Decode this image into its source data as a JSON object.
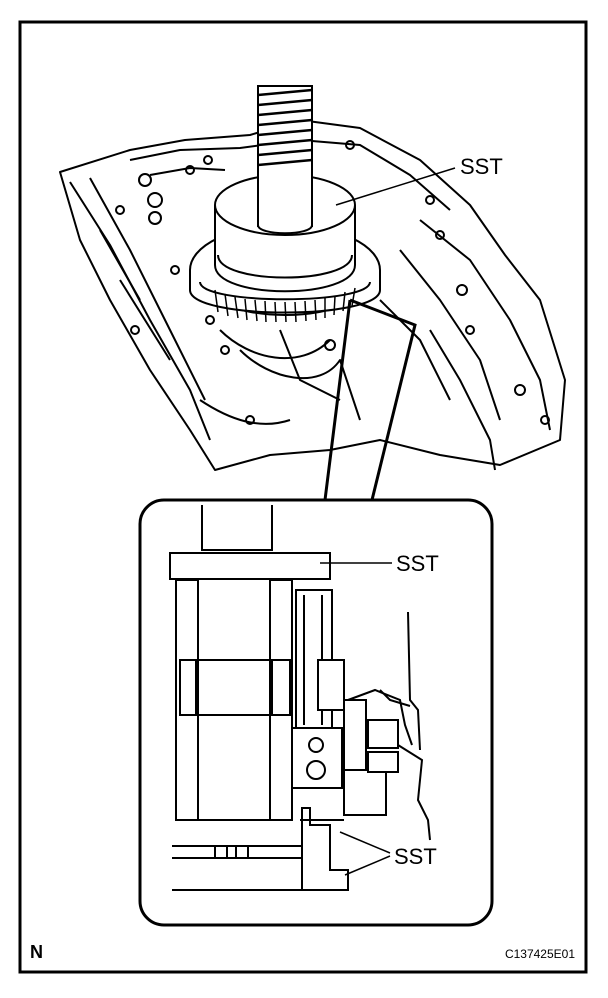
{
  "labels": {
    "sst_top": "SST",
    "sst_inset_top": "SST",
    "sst_inset_bottom": "SST",
    "orientation": "N",
    "figure_code": "C137425E01"
  }
}
